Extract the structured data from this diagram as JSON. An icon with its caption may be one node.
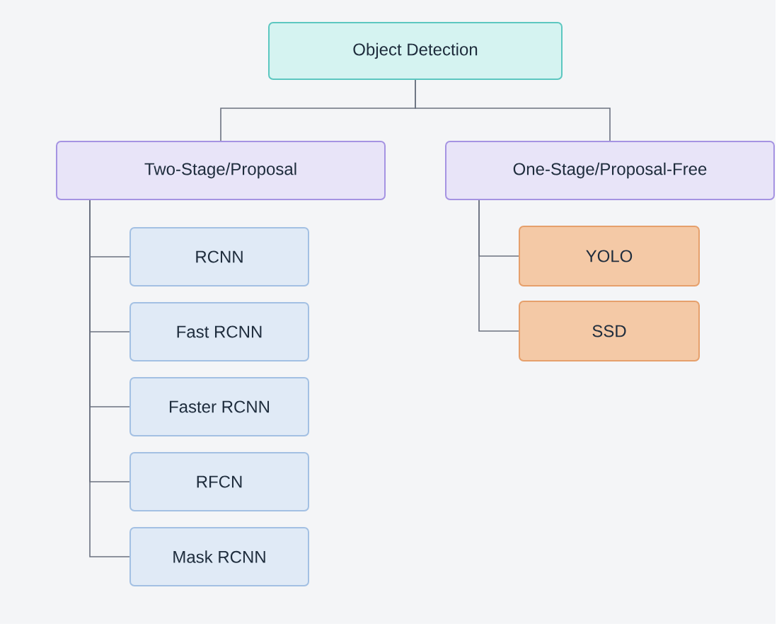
{
  "diagram": {
    "nodes": [
      {
        "text": [
          "Object Detection"
        ]
      },
      {
        "text": [
          "Two-Stage/Proposal"
        ]
      },
      {
        "text": [
          "One-Stage/Proposal-Free"
        ]
      },
      {
        "text": [
          "RCNN"
        ]
      },
      {
        "text": [
          "Fast RCNN"
        ]
      },
      {
        "text": [
          "Faster RCNN"
        ]
      },
      {
        "text": [
          "RFCN"
        ]
      },
      {
        "text": [
          "Mask RCNN"
        ]
      },
      {
        "text": [
          "YOLO"
        ]
      },
      {
        "text": [
          "SSD"
        ]
      }
    ],
    "edges": [
      {
        "from": 0,
        "to": 1,
        "arrow": "none"
      },
      {
        "from": 0,
        "to": 2,
        "arrow": "none"
      },
      {
        "from": 1,
        "to": 3,
        "arrow": "none"
      },
      {
        "from": 1,
        "to": 4,
        "arrow": "none"
      },
      {
        "from": 1,
        "to": 5,
        "arrow": "none"
      },
      {
        "from": 1,
        "to": 6,
        "arrow": "none"
      },
      {
        "from": 1,
        "to": 7,
        "arrow": "none"
      },
      {
        "from": 2,
        "to": 8,
        "arrow": "none"
      },
      {
        "from": 2,
        "to": 9,
        "arrow": "none"
      }
    ]
  }
}
